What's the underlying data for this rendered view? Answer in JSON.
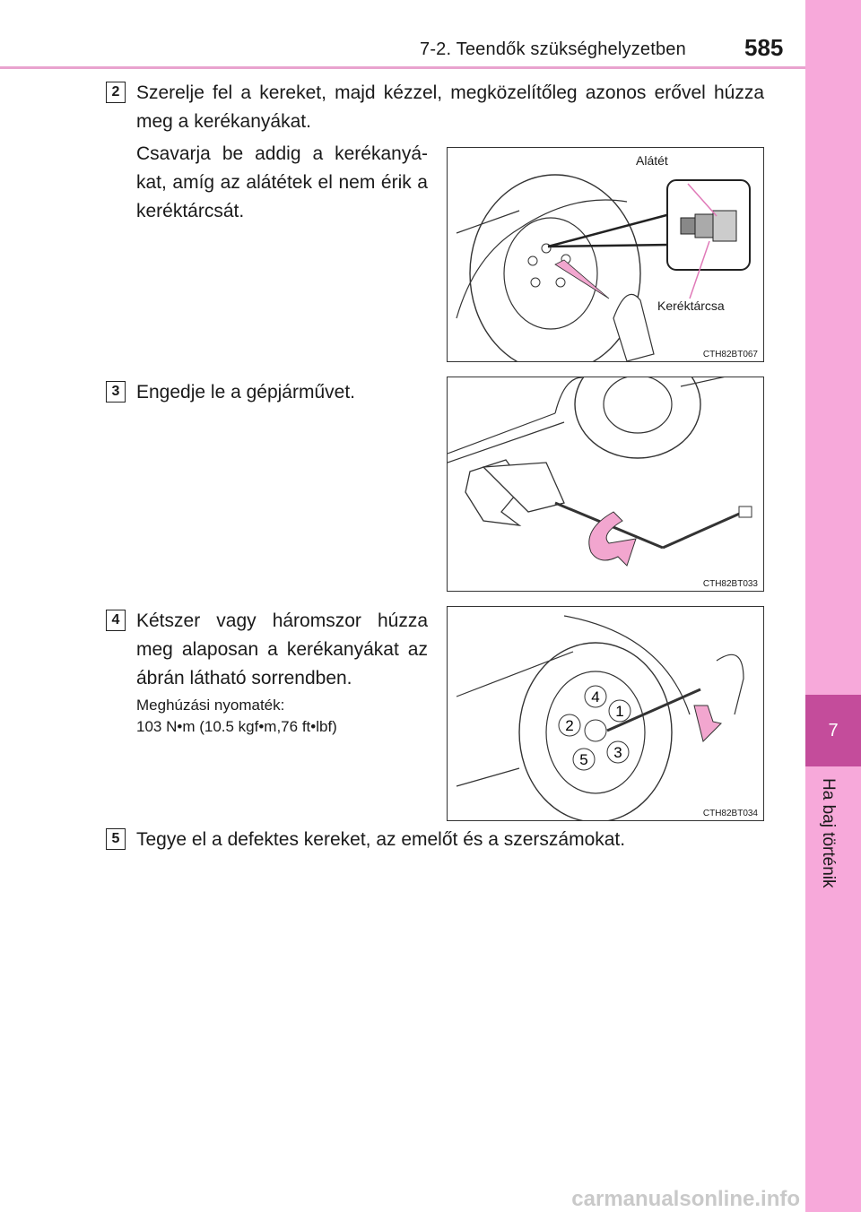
{
  "header": {
    "section_title": "7-2. Teendők szükséghelyzetben",
    "page_number": "585"
  },
  "side_tab": {
    "chapter_number": "7",
    "chapter_label": "Ha baj történik"
  },
  "steps": [
    {
      "number": "2",
      "text": "Szerelje fel a kereket, majd kézzel, megközelítőleg azonos erővel húzza meg a kerékanyákat.",
      "subtext": "Csavarja be addig a kerékanyá-kat, amíg az alátétek el nem érik a keréktárcsát.",
      "figure": {
        "code": "CTH82BT067",
        "callouts": [
          "Alátét",
          "Keréktárcsa"
        ]
      }
    },
    {
      "number": "3",
      "text": "Engedje le a gépjárművet.",
      "figure": {
        "code": "CTH82BT033"
      }
    },
    {
      "number": "4",
      "text": "Kétszer vagy háromszor húzza meg alaposan a kerékanyákat az ábrán látható sorrendben.",
      "torque_label": "Meghúzási nyomaték:",
      "torque_value": "103 N•m (10.5 kgf•m,76 ft•lbf)",
      "figure": {
        "code": "CTH82BT034",
        "sequence": [
          "1",
          "2",
          "3",
          "4",
          "5"
        ]
      }
    },
    {
      "number": "5",
      "text": "Tegye el a defektes kereket, az emelőt és a szerszámokat."
    }
  ],
  "footer": {
    "watermark": "carmanualsonline.info"
  },
  "colors": {
    "accent_pink": "#f7a9da",
    "chapter_magenta": "#c44c9b",
    "arrow_pink": "#f2a6cf"
  }
}
